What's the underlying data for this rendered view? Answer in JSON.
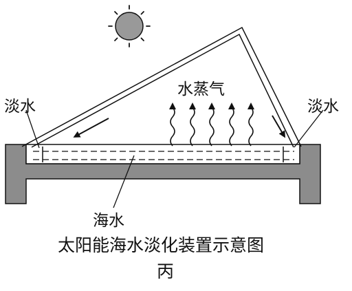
{
  "labels": {
    "fresh_water_left": "淡水",
    "fresh_water_right": "淡水",
    "vapor": "水蒸气",
    "seawater": "海水"
  },
  "caption": {
    "title": "太阳能海水淡化装置示意图",
    "subtitle": "丙"
  },
  "colors": {
    "ink": "#111111",
    "basin_fill": "#8c8c8c",
    "sun_fill": "#999999",
    "background": "#ffffff"
  },
  "icons": {
    "sun": "sun-icon",
    "vapor_arrow": "wavy-up-arrow-icon",
    "condensate_arrow": "down-left-arrow-icon"
  }
}
